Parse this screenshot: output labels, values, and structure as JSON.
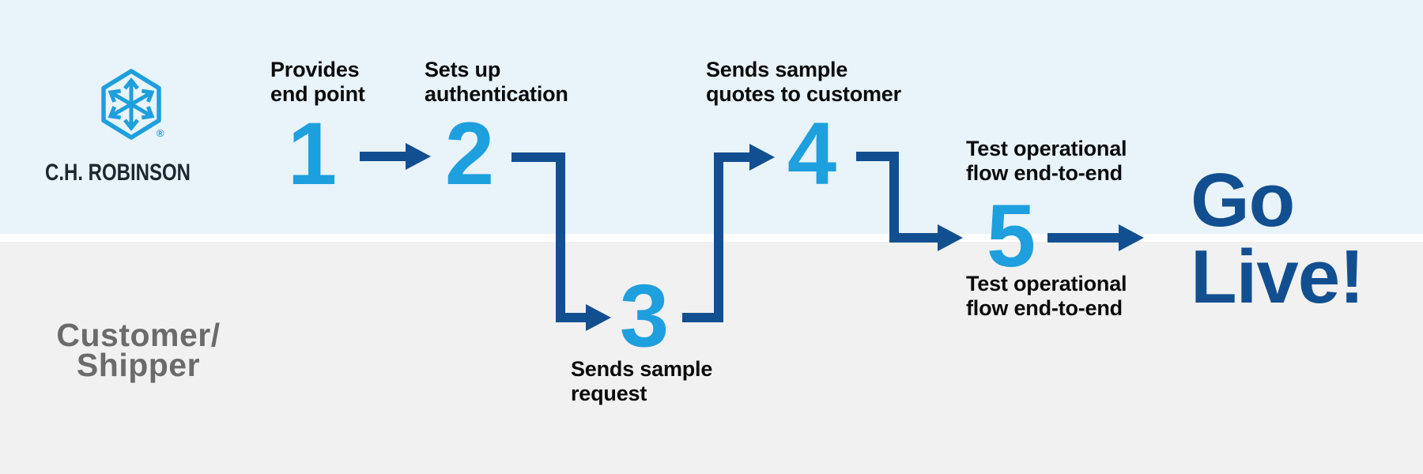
{
  "logo": {
    "wordmark": "C.H. ROBINSON",
    "registered_mark": "®",
    "icon": "hexagon-arrows-logo"
  },
  "lanes": {
    "top_owner": "C.H. Robinson",
    "bottom_label": "Customer/\nShipper"
  },
  "steps": [
    {
      "number": "1",
      "label": "Provides\nend point"
    },
    {
      "number": "2",
      "label": "Sets up\nauthentication"
    },
    {
      "number": "3",
      "label": "Sends sample\nrequest"
    },
    {
      "number": "4",
      "label": "Sends sample\nquotes to customer"
    },
    {
      "number": "5",
      "label_above": "Test operational\nflow end-to-end",
      "label_below": "Test operational\nflow end-to-end"
    }
  ],
  "finale": {
    "label": "Go\nLive!"
  },
  "colors": {
    "accent_blue": "#1E9FDE",
    "navy": "#124F90",
    "lane_top_bg": "#E8F3FA",
    "lane_bottom_bg": "#F0F1F0",
    "divider": "#FFFFFF",
    "step_text": "#0B0B0B",
    "customer_label_gray": "#6B6B6B",
    "wordmark_dark": "#1D2730"
  }
}
